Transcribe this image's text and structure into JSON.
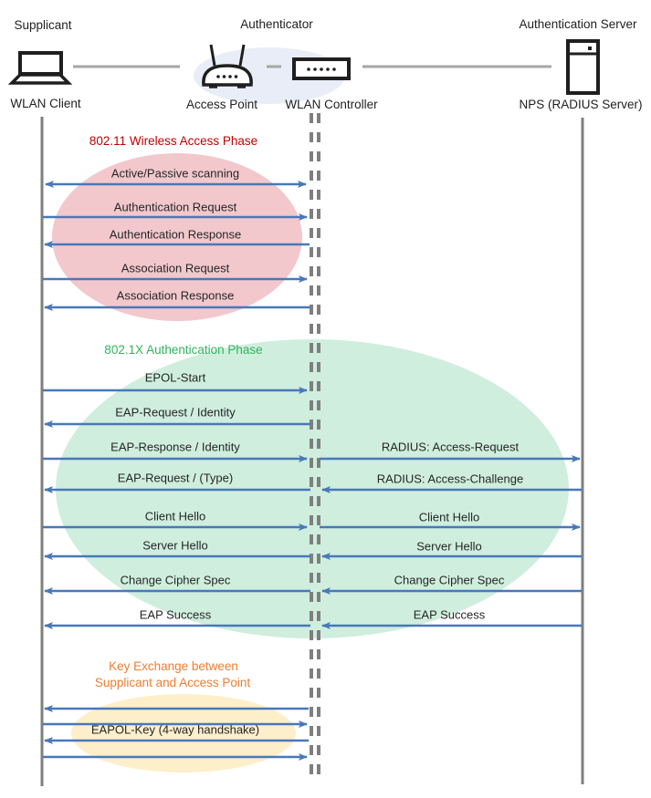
{
  "header": {
    "roles": {
      "supplicant": "Supplicant",
      "authenticator": "Authenticator",
      "authentication_server": "Authentication Server"
    },
    "nodes": {
      "wlan_client": "WLAN Client",
      "access_point": "Access Point",
      "wlan_controller": "WLAN Controller",
      "radius_server": "NPS (RADIUS Server)"
    }
  },
  "phases": {
    "wireless_access": {
      "title": "802.11 Wireless Access Phase",
      "title_color": "#c00000",
      "ellipse_color": "#f2c8cd"
    },
    "authentication": {
      "title": "802.1X Authentication Phase",
      "title_color": "#2eb45c",
      "ellipse_color": "#cfeede"
    },
    "key_exchange": {
      "title_line1": "Key Exchange between",
      "title_line2": "Supplicant and Access Point",
      "title_color": "#ed7d31",
      "ellipse_color": "#fdefca"
    }
  },
  "messages": {
    "scanning": "Active/Passive scanning",
    "authentication_request": "Authentication Request",
    "authentication_response": "Authentication Response",
    "association_request": "Association Request",
    "association_response": "Association Response",
    "epol_start": "EPOL-Start",
    "eap_request_identity": "EAP-Request / Identity",
    "eap_response_identity": "EAP-Response / Identity",
    "radius_access_request": "RADIUS: Access-Request",
    "eap_request_type": "EAP-Request / (Type)",
    "radius_access_challenge": "RADIUS: Access-Challenge",
    "client_hello": "Client Hello",
    "server_hello": "Server Hello",
    "change_cipher_spec": "Change Cipher Spec",
    "eap_success": "EAP Success",
    "eapol_key": "EAPOL-Key (4-way handshake)"
  },
  "colors": {
    "arrow_blue": "#4878ba",
    "lifeline_gray": "#7f7f7f",
    "connector_gray": "#a6a6a6",
    "authenticator_ellipse": "#e9edf7",
    "icon_black": "#1f1f1f"
  }
}
